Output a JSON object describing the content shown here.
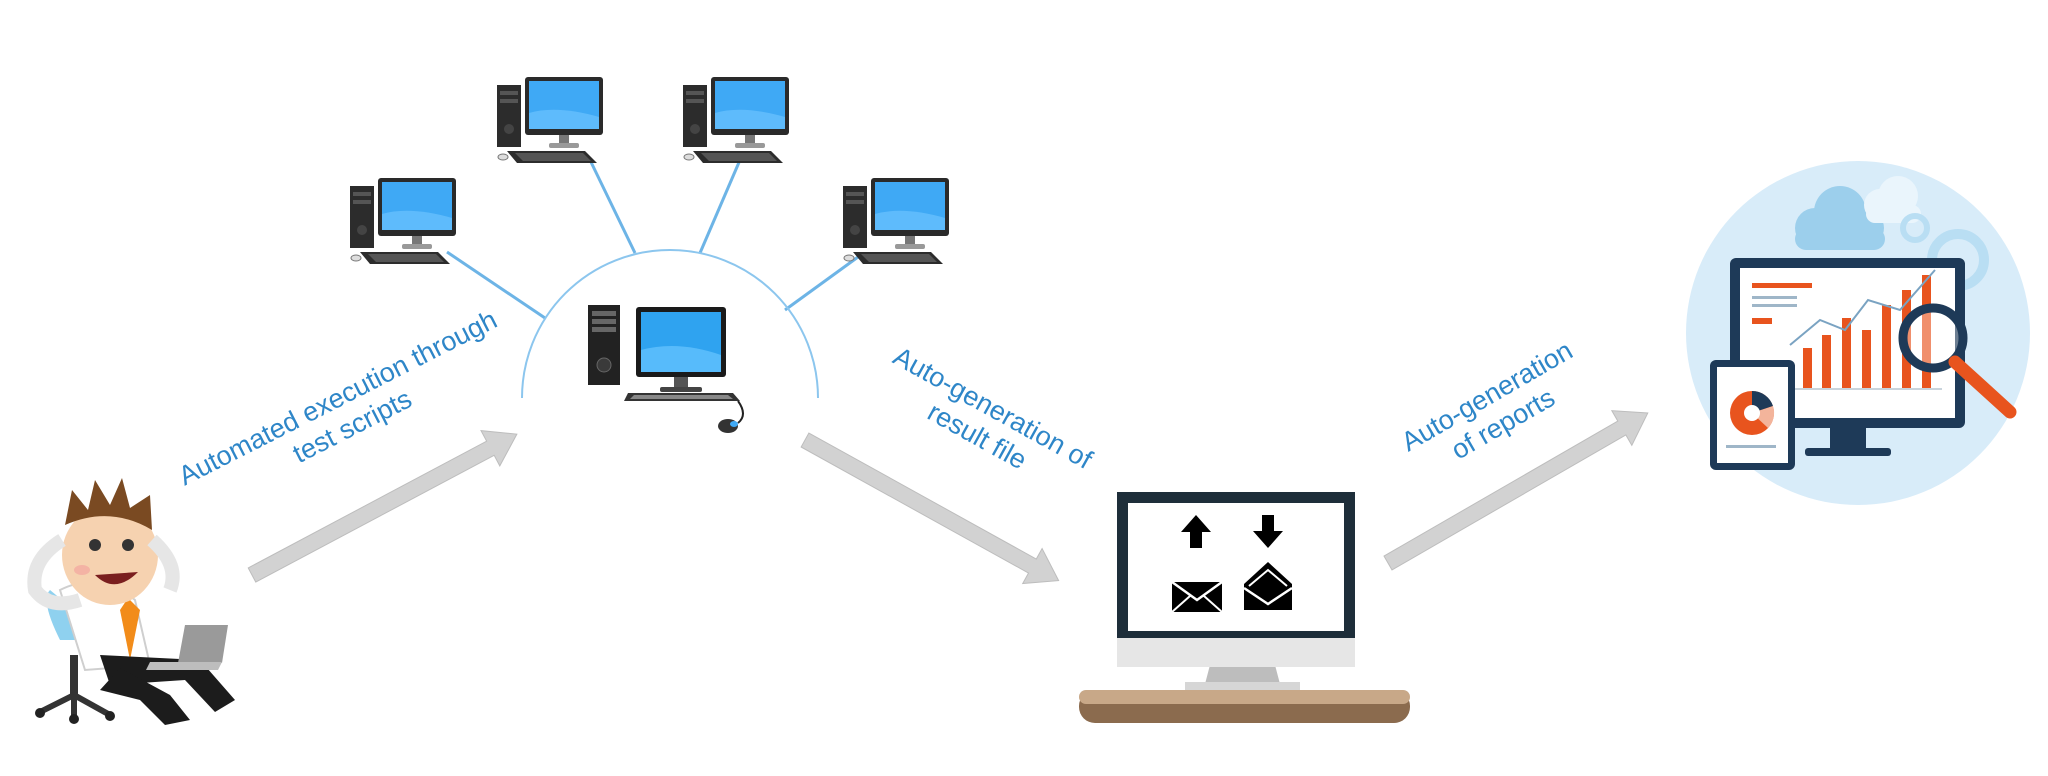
{
  "labels": {
    "execution": {
      "line1": "Automated execution through",
      "line2": "test scripts"
    },
    "result_file": {
      "line1": "Auto-generation of",
      "line2": "result file"
    },
    "reports": {
      "line1": "Auto-generation",
      "line2": "of reports"
    }
  },
  "colors": {
    "label_text": "#2E86C8",
    "arrow_fill": "#D2D2D2",
    "connector_line": "#6DB4E6",
    "arc": "#8CC6EE",
    "screen_blue": "#3FA9F5",
    "monitor_dark": "#1E2E3A",
    "chart_orange": "#E8541E",
    "report_circle": "#D8ECF9",
    "desk_brown": "#8B6B4E"
  },
  "icons": {
    "client_computers": [
      "desktop-computer-icon",
      "desktop-computer-icon",
      "desktop-computer-icon",
      "desktop-computer-icon"
    ],
    "server": "server-computer-icon",
    "user": "relaxed-businessman-icon",
    "result_monitor": [
      "upload-arrow-icon",
      "download-arrow-icon",
      "closed-envelope-icon",
      "open-envelope-icon"
    ],
    "reports": [
      "analytics-dashboard-icon",
      "magnifier-icon",
      "tablet-pie-chart-icon",
      "cloud-icon",
      "gear-icon"
    ]
  }
}
